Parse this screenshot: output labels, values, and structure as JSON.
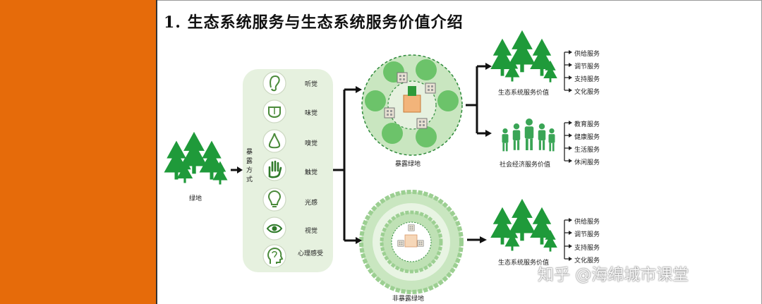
{
  "title": "1. 生态系统服务与生态系统服务价值介绍",
  "green_space_label": "绿地",
  "exposure_mode_label": "暴\n露\n方\n式",
  "senses": [
    {
      "label": "听觉",
      "icon": "ear-icon"
    },
    {
      "label": "味觉",
      "icon": "tongue-icon"
    },
    {
      "label": "嗅觉",
      "icon": "nose-icon"
    },
    {
      "label": "触觉",
      "icon": "hand-icon"
    },
    {
      "label": "光感",
      "icon": "bulb-icon"
    },
    {
      "label": "视觉",
      "icon": "eye-icon"
    },
    {
      "label": "心理感受",
      "icon": "head-icon"
    }
  ],
  "exposed_label": "暴露绿地",
  "non_exposed_label": "非暴露绿地",
  "top_group": {
    "value_label": "生态系统服务价值",
    "services": [
      "供给服务",
      "调节服务",
      "支持服务",
      "文化服务"
    ]
  },
  "mid_group": {
    "value_label": "社会经济服务价值",
    "services": [
      "教育服务",
      "健康服务",
      "生活服务",
      "休闲服务"
    ]
  },
  "bottom_group": {
    "value_label": "生态系统服务价值",
    "services": [
      "供给服务",
      "调节服务",
      "支持服务",
      "文化服务"
    ]
  },
  "watermark": "知乎 @海绵城市课堂",
  "colors": {
    "sidebar": "#e66b0a",
    "tree_green": "#1f9a3a",
    "light_green": "#e6f1df"
  }
}
